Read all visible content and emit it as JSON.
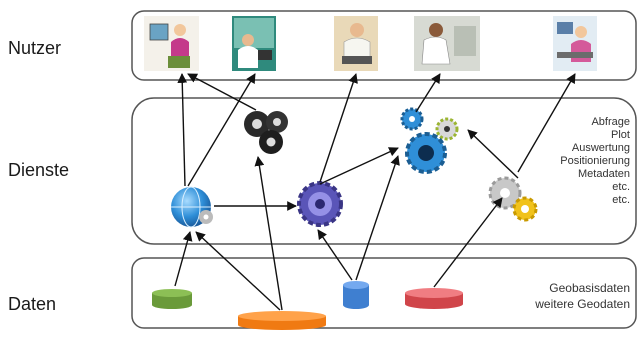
{
  "rows": {
    "users": "Nutzer",
    "services": "Dienste",
    "data": "Daten"
  },
  "services_list": [
    "Abfrage",
    "Plot",
    "Auswertung",
    "Positionierung",
    "Metadaten",
    "etc.",
    "etc."
  ],
  "data_list": [
    "Geobasisdaten",
    "weitere Geodaten"
  ],
  "colors": {
    "frame": "#555555",
    "db_green": "#6a9a3a",
    "db_orange": "#f07a12",
    "db_blue": "#3f7fd0",
    "db_red": "#d0454a",
    "gear_dark": "#222222",
    "gear_purple": "#5a55b8",
    "gear_blue": "#2f8fd8",
    "globe": "#2f8fd8"
  },
  "icons": [
    "user-photo-icon",
    "dark-gears-icon",
    "globe-service-icon",
    "purple-gear-icon",
    "blue-gears-icon",
    "grey-yellow-gears-icon",
    "database-icon"
  ]
}
